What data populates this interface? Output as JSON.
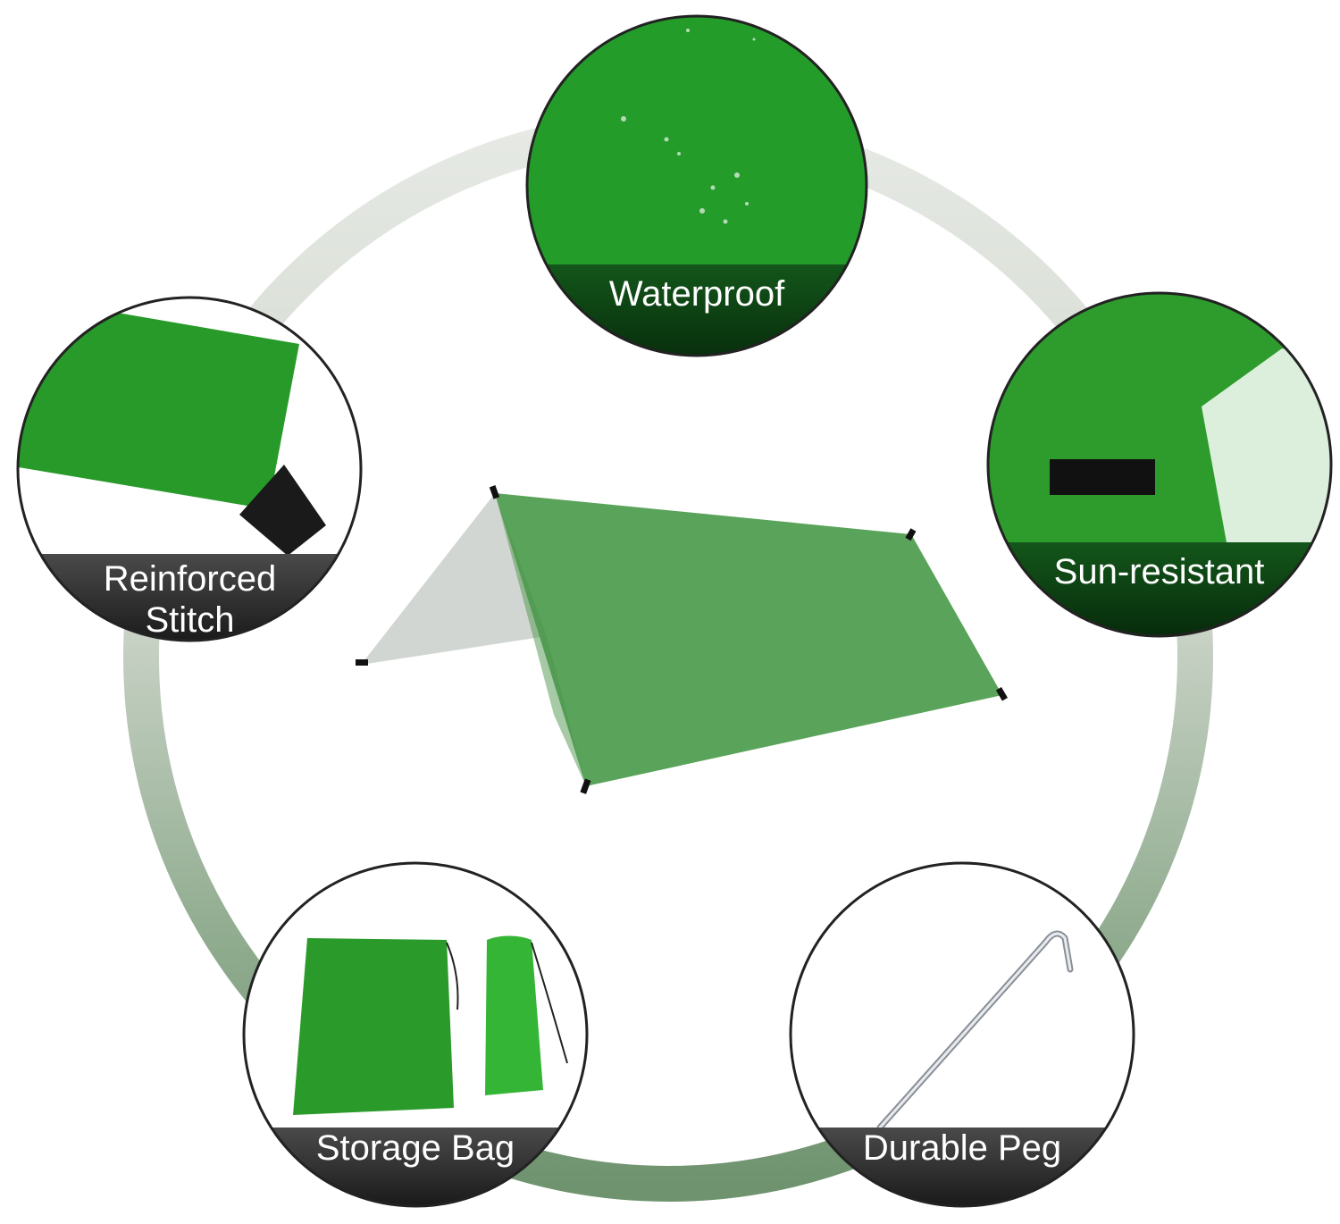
{
  "features": {
    "waterproof": {
      "label": "Waterproof"
    },
    "reinforced_stitch": {
      "line1": "Reinforced",
      "line2": "Stitch"
    },
    "sun_resistant": {
      "label": "Sun-resistant"
    },
    "storage_bag": {
      "label": "Storage Bag"
    },
    "durable_peg": {
      "label": "Durable Peg"
    }
  },
  "colors": {
    "tarp_green": "#5aa35a",
    "fabric_green": "#2a9a2a",
    "label_dark": "#1a1a1a",
    "ring_grey": "#c9d2c6",
    "ring_green": "#7d9c7d"
  }
}
